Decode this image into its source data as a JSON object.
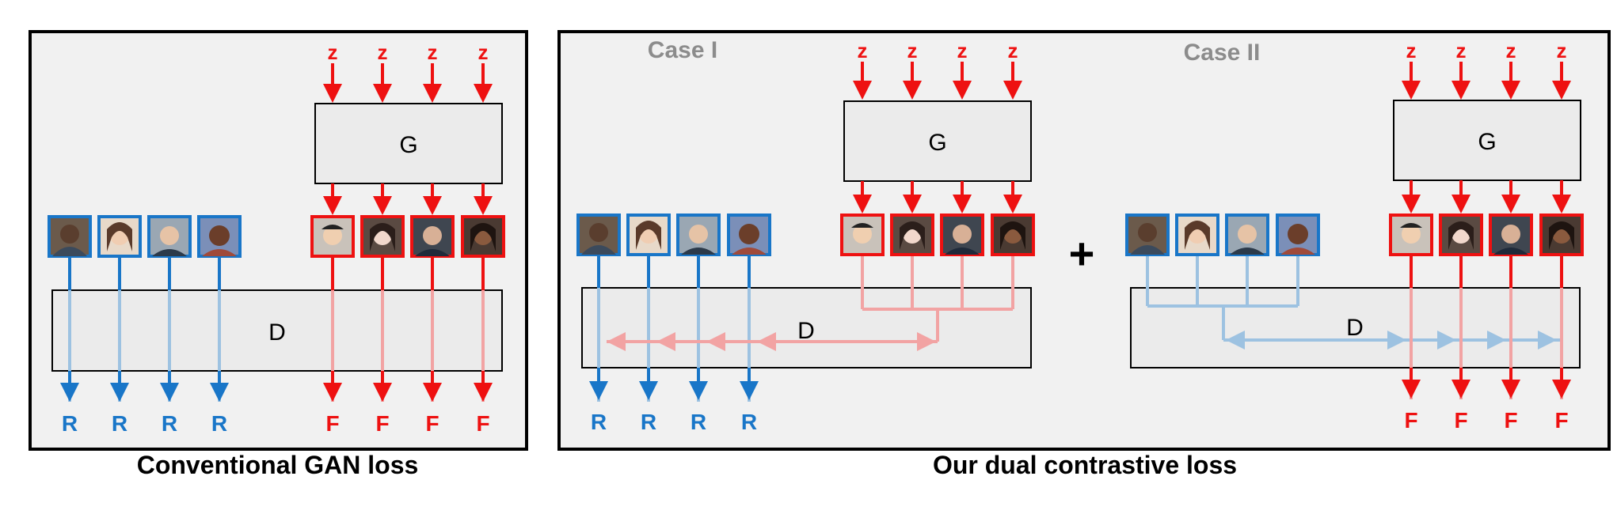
{
  "colors": {
    "real": "#1976c8",
    "real_light": "#9dc2e1",
    "fake": "#ee1111",
    "fake_light": "#f2a3a3",
    "box_fill": "#ebebeb",
    "panel_border": "#000000",
    "case_label": "#8c8c8c"
  },
  "labels": {
    "z": "z",
    "generator": "G",
    "discriminator": "D",
    "real": "R",
    "fake": "F",
    "plus": "+"
  },
  "panels": {
    "conventional": {
      "caption": "Conventional GAN loss"
    },
    "dual": {
      "caption": "Our dual contrastive loss",
      "case_1": "Case I",
      "case_2": "Case II"
    }
  },
  "icons": {
    "real_faces": [
      "face-thumbnail-icon",
      "face-thumbnail-icon",
      "face-thumbnail-icon",
      "face-thumbnail-icon"
    ],
    "fake_faces": [
      "face-thumbnail-icon",
      "face-thumbnail-icon",
      "face-thumbnail-icon",
      "face-thumbnail-icon"
    ]
  }
}
